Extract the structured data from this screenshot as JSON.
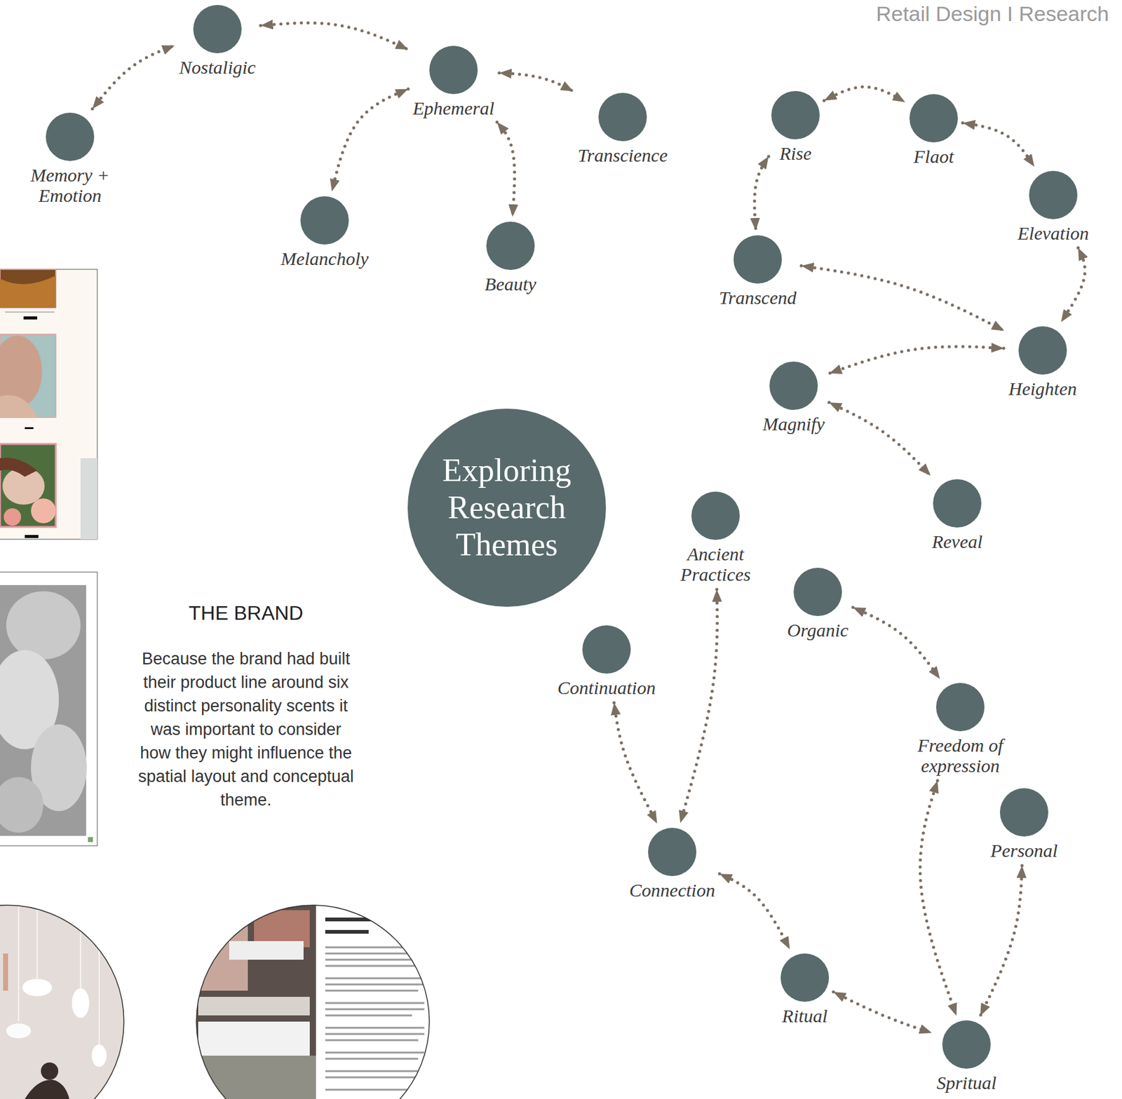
{
  "diagram": {
    "title": "Exploring Research Themes",
    "nodes": [
      {
        "text": [
          "Memory + Emotion"
        ]
      },
      {
        "text": [
          "Nostaligic"
        ]
      },
      {
        "text": [
          "Ephemeral"
        ]
      },
      {
        "text": [
          "Transcience"
        ]
      },
      {
        "text": [
          "Melancholy"
        ]
      },
      {
        "text": [
          "Beauty"
        ]
      },
      {
        "text": [
          "Rise"
        ]
      },
      {
        "text": [
          "Flaot"
        ]
      },
      {
        "text": [
          "Elevation"
        ]
      },
      {
        "text": [
          "Transcend"
        ]
      },
      {
        "text": [
          "Heighten"
        ]
      },
      {
        "text": [
          "Magnify"
        ]
      },
      {
        "text": [
          "Reveal"
        ]
      },
      {
        "text": [
          "Ancient Practices"
        ]
      },
      {
        "text": [
          "Organic"
        ]
      },
      {
        "text": [
          "Continuation"
        ]
      },
      {
        "text": [
          "Freedom of expression"
        ]
      },
      {
        "text": [
          "Personal"
        ]
      },
      {
        "text": [
          "Connection"
        ]
      },
      {
        "text": [
          "Ritual"
        ]
      },
      {
        "text": [
          "Spritual"
        ]
      }
    ],
    "edges": [
      {
        "from": 0,
        "to": 1,
        "arrow": "both"
      },
      {
        "from": 1,
        "to": 2,
        "arrow": "both"
      },
      {
        "from": 2,
        "to": 3,
        "arrow": "both"
      },
      {
        "from": 2,
        "to": 4,
        "arrow": "both"
      },
      {
        "from": 2,
        "to": 5,
        "arrow": "both"
      },
      {
        "from": 6,
        "to": 7,
        "arrow": "both"
      },
      {
        "from": 7,
        "to": 8,
        "arrow": "both"
      },
      {
        "from": 6,
        "to": 9,
        "arrow": "both"
      },
      {
        "from": 8,
        "to": 10,
        "arrow": "both"
      },
      {
        "from": 9,
        "to": 10,
        "arrow": "both"
      },
      {
        "from": 10,
        "to": 11,
        "arrow": "both"
      },
      {
        "from": 11,
        "to": 12,
        "arrow": "both"
      },
      {
        "from": 13,
        "to": 18,
        "arrow": "both"
      },
      {
        "from": 15,
        "to": 18,
        "arrow": "both"
      },
      {
        "from": 14,
        "to": 16,
        "arrow": "both"
      },
      {
        "from": 18,
        "to": 19,
        "arrow": "both"
      },
      {
        "from": 19,
        "to": 20,
        "arrow": "both"
      },
      {
        "from": 16,
        "to": 20,
        "arrow": "both"
      },
      {
        "from": 17,
        "to": 20,
        "arrow": "both"
      }
    ],
    "labels": [
      "Retail Design I Research",
      "THE BRAND",
      "Because the brand had built their product line around six distinct personality scents it was important to consider how they might influence the spatial layout and conceptual theme."
    ]
  }
}
